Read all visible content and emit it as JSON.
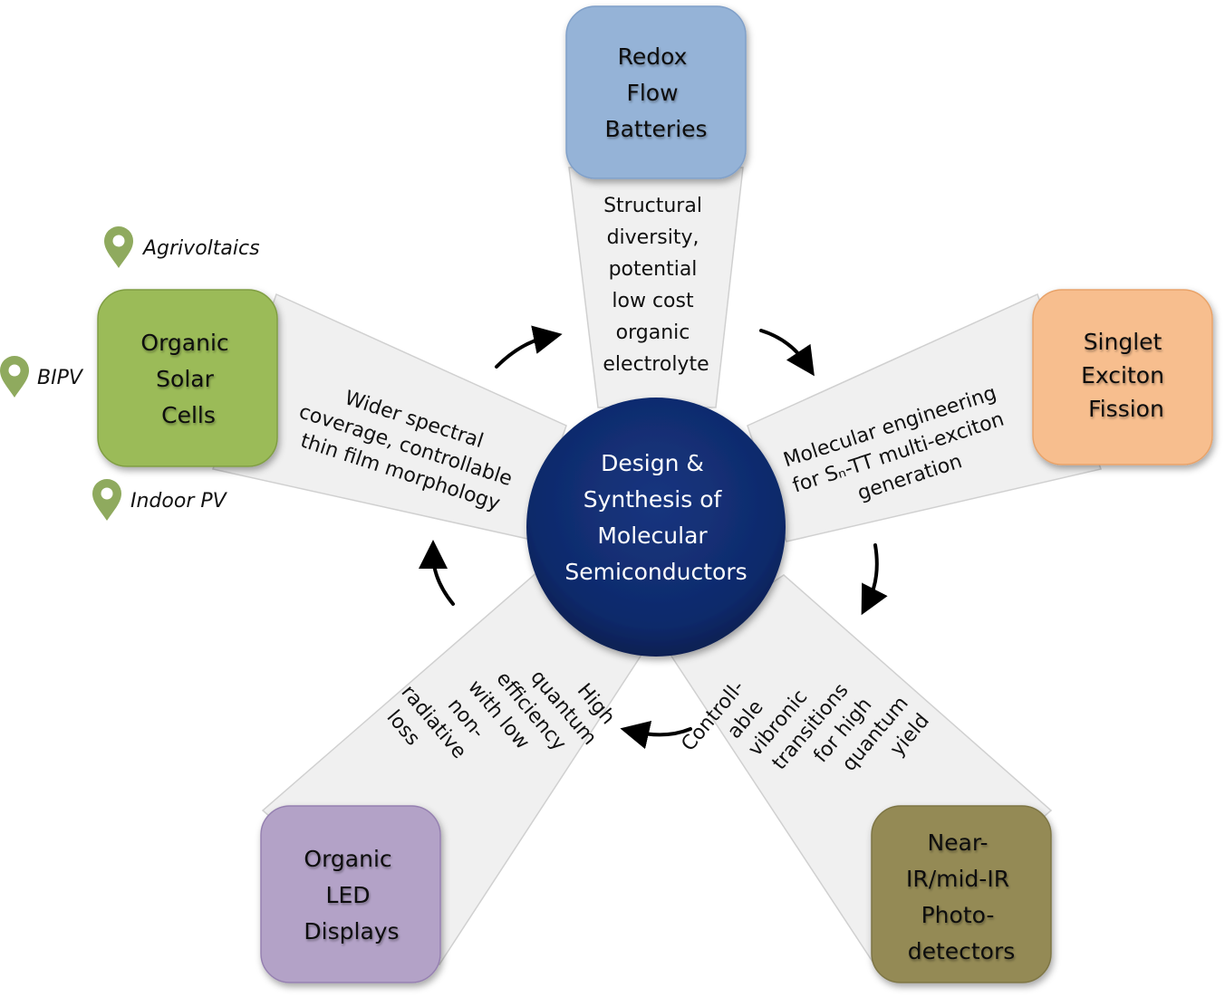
{
  "hub": {
    "lines": [
      "Design &",
      "Synthesis of",
      "Molecular",
      "Semiconductors"
    ],
    "color": "#0f2a6b"
  },
  "applications": [
    {
      "id": "redox-flow-batteries",
      "lines": [
        "Redox",
        "Flow",
        "Batteries"
      ],
      "color": "#95b3d7",
      "spoke_lines": [
        "Structural",
        "diversity,",
        "potential",
        "low cost",
        "organic",
        "electrolyte"
      ]
    },
    {
      "id": "singlet-exciton-fission",
      "lines": [
        "Singlet",
        "Exciton",
        "Fission"
      ],
      "color": "#f7be8e",
      "spoke_lines": [
        "Molecular engineering",
        "for Sₙ-TT multi-exciton",
        "generation"
      ]
    },
    {
      "id": "photodetectors",
      "lines": [
        "Near-",
        "IR/mid-IR",
        "Photo-",
        "detectors"
      ],
      "color": "#948a54",
      "spoke_lines": [
        "Controll-",
        "able",
        "vibronic",
        "transitions",
        "for high",
        "quantum",
        "yield"
      ]
    },
    {
      "id": "organic-led-displays",
      "lines": [
        "Organic",
        "LED",
        "Displays"
      ],
      "color": "#b3a2c7",
      "spoke_lines": [
        "High",
        "quantum",
        "efficiency",
        "with low",
        "non-",
        "radiative",
        "loss"
      ]
    },
    {
      "id": "organic-solar-cells",
      "lines": [
        "Organic",
        "Solar",
        "Cells"
      ],
      "color": "#9bbb59",
      "spoke_lines": [
        "Wider spectral",
        "coverage, controllable",
        "thin film morphology"
      ]
    }
  ],
  "solar_uses": [
    {
      "id": "agrivoltaics",
      "label": "Agrivoltaics",
      "icon": "map-pin-icon"
    },
    {
      "id": "bipv",
      "label": "BIPV",
      "icon": "map-pin-icon"
    },
    {
      "id": "indoor-pv",
      "label": "Indoor PV",
      "icon": "map-pin-icon"
    }
  ],
  "colors": {
    "spoke_fill": "#f0f0f0",
    "spoke_edge": "#d0d0d0",
    "pin": "#8faa5e",
    "arrow": "#000000"
  }
}
